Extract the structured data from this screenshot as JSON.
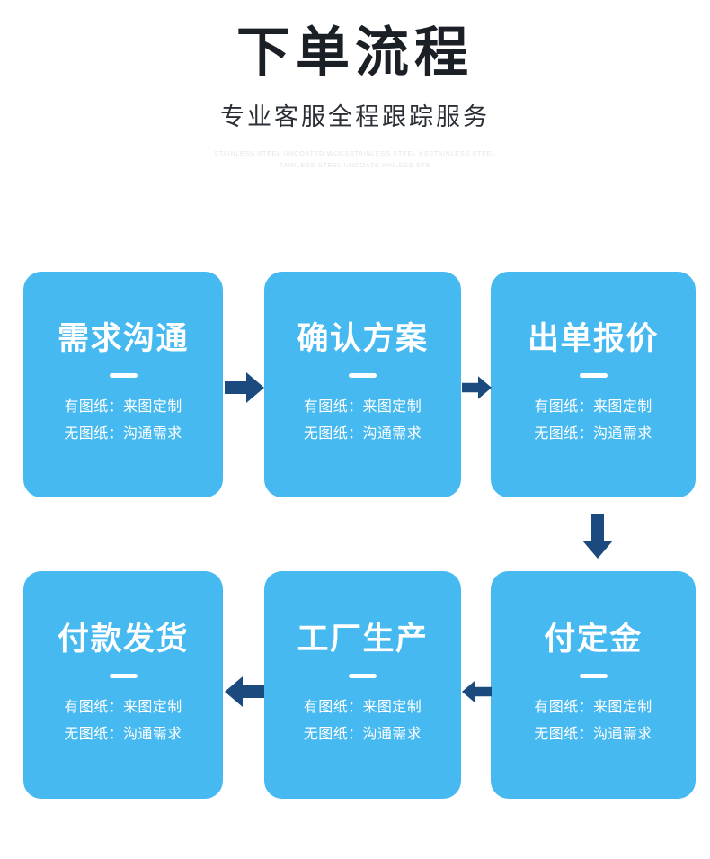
{
  "header": {
    "title": "下单流程",
    "subtitle": "专业客服全程跟踪服务",
    "english_line_1": "STAINLESS STEEL UNCOATED WOKSSTAINLESS STEEL KSSTAINLESS STEEL",
    "english_line_2": "TAINLESS STEEL UNCOATE AINLESS STE"
  },
  "colors": {
    "card_blue": "#46b9f0",
    "arrow_navy": "#1b4a7f",
    "title_dark": "#1b1f26",
    "text_white": "#ffffff",
    "english_gray": "#e4e6ea",
    "page_background": "#ffffff"
  },
  "flow": {
    "steps": [
      {
        "index": 1,
        "title": "需求沟通",
        "line1": "有图纸：来图定制",
        "line2": "无图纸：沟通需求"
      },
      {
        "index": 2,
        "title": "确认方案",
        "line1": "有图纸：来图定制",
        "line2": "无图纸：沟通需求"
      },
      {
        "index": 3,
        "title": "出单报价",
        "line1": "有图纸：来图定制",
        "line2": "无图纸：沟通需求"
      },
      {
        "index": 4,
        "title": "付定金",
        "line1": "有图纸：来图定制",
        "line2": "无图纸：沟通需求"
      },
      {
        "index": 5,
        "title": "工厂生产",
        "line1": "有图纸：来图定制",
        "line2": "无图纸：沟通需求"
      },
      {
        "index": 6,
        "title": "付款发货",
        "line1": "有图纸：来图定制",
        "line2": "无图纸：沟通需求"
      }
    ],
    "connectors": [
      {
        "id": "arrow-1",
        "direction": "right",
        "from": 1,
        "to": 2
      },
      {
        "id": "arrow-2",
        "direction": "right",
        "from": 2,
        "to": 3
      },
      {
        "id": "arrow-3",
        "direction": "down",
        "from": 3,
        "to": 4
      },
      {
        "id": "arrow-4",
        "direction": "left",
        "from": 4,
        "to": 5
      },
      {
        "id": "arrow-5",
        "direction": "left",
        "from": 5,
        "to": 6
      }
    ]
  }
}
